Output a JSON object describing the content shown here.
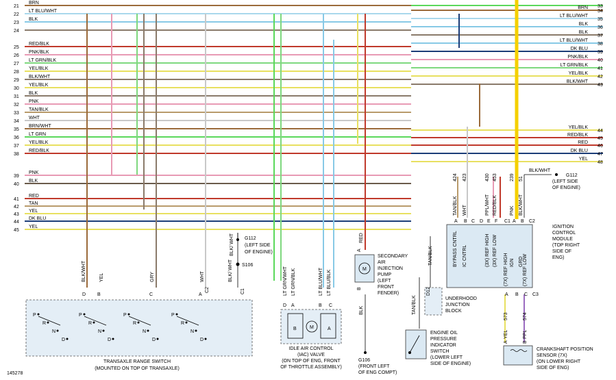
{
  "diagram_id": "145278",
  "left_wires": [
    {
      "num": "21",
      "label": "BRN",
      "color": "#9b6a3a"
    },
    {
      "num": "22",
      "label": "LT BLU/WHT",
      "color": "#a9d8ec"
    },
    {
      "num": "23",
      "label": "BLK",
      "color": "#87c9e6"
    },
    {
      "num": "24",
      "label": "",
      "color": "#8a7a6a"
    },
    {
      "num": "25",
      "label": "RED/BLK",
      "color": "#c0392b"
    },
    {
      "num": "26",
      "label": "PNK/BLK",
      "color": "#e89ab4"
    },
    {
      "num": "27",
      "label": "LT GRN/BLK",
      "color": "#7ed87e"
    },
    {
      "num": "28",
      "label": "YEL/BLK",
      "color": "#e8e060"
    },
    {
      "num": "29",
      "label": "BLK/WHT",
      "color": "#8a7a6a"
    },
    {
      "num": "30",
      "label": "YEL/BLK",
      "color": "#e8e060"
    },
    {
      "num": "31",
      "label": "BLK",
      "color": "#8a7a6a"
    },
    {
      "num": "32",
      "label": "PNK",
      "color": "#e89ab4"
    },
    {
      "num": "33",
      "label": "TAN/BLK",
      "color": "#b89a6a"
    },
    {
      "num": "34",
      "label": "WHT",
      "color": "#c8c8c8"
    },
    {
      "num": "35",
      "label": "BRN/WHT",
      "color": "#9b6a3a"
    },
    {
      "num": "36",
      "label": "LT GRN",
      "color": "#5ad85a"
    },
    {
      "num": "37",
      "label": "YEL/BLK",
      "color": "#e8e060"
    },
    {
      "num": "38",
      "label": "RED/BLK",
      "color": "#c0392b"
    },
    {
      "num": "39",
      "label": "PNK",
      "color": "#e89ab4"
    },
    {
      "num": "40",
      "label": "BLK",
      "color": "#6a5a4a"
    },
    {
      "num": "41",
      "label": "RED",
      "color": "#c0392b"
    },
    {
      "num": "42",
      "label": "TAN",
      "color": "#b89a6a"
    },
    {
      "num": "43",
      "label": "YEL",
      "color": "#e8e060"
    },
    {
      "num": "44",
      "label": "DK BLU",
      "color": "#1c3d78"
    },
    {
      "num": "45",
      "label": "YEL",
      "color": "#e8e060"
    }
  ],
  "right_wires": [
    {
      "num": "33",
      "label": "",
      "color": "#5ad85a"
    },
    {
      "num": "34",
      "label": "BRN",
      "color": "#9b6a3a"
    },
    {
      "num": "35",
      "label": "LT BLU/WHT",
      "color": "#a9d8ec"
    },
    {
      "num": "36",
      "label": "BLK",
      "color": "#87c9e6"
    },
    {
      "num": "37",
      "label": "BLK",
      "color": "#8a7a6a"
    },
    {
      "num": "38",
      "label": "LT BLU/WHT",
      "color": "#87c9e6"
    },
    {
      "num": "39",
      "label": "DK BLU",
      "color": "#1c3d78"
    },
    {
      "num": "40",
      "label": "PNK/BLK",
      "color": "#e89ab4"
    },
    {
      "num": "41",
      "label": "LT GRN/BLK",
      "color": "#7ed87e"
    },
    {
      "num": "42",
      "label": "YEL/BLK",
      "color": "#e8e060"
    },
    {
      "num": "43",
      "label": "BLK/WHT",
      "color": "#8a7a6a"
    },
    {
      "num": "44",
      "label": "YEL/BLK",
      "color": "#e8e060"
    },
    {
      "num": "45",
      "label": "RED/BLK",
      "color": "#c0392b"
    },
    {
      "num": "46",
      "label": "RED",
      "color": "#c0392b"
    },
    {
      "num": "47",
      "label": "DK BLU",
      "color": "#1c3d78"
    },
    {
      "num": "48",
      "label": "YEL",
      "color": "#e8e060"
    }
  ],
  "components": {
    "trs": {
      "title": "TRANSAXLE RANGE SWITCH",
      "subtitle": "(MOUNTED ON TOP OF TRANSAXLE)",
      "pins": [
        "D",
        "B",
        "C",
        "A",
        "C2",
        "C1"
      ],
      "wires": [
        "BLK/WHT",
        "YEL",
        "GRY",
        "WHT",
        "BLK/ WHT"
      ],
      "positions": [
        "P",
        "R",
        "N",
        "D",
        "P",
        "R",
        "N",
        "D",
        "P",
        "R",
        "N",
        "D",
        "P",
        "R",
        "N",
        "D"
      ]
    },
    "g112a": {
      "name": "G112",
      "note1": "(LEFT SIDE",
      "note2": "OF ENGINE)",
      "wire": "BLK/ WHT",
      "splice": "S106"
    },
    "iac": {
      "l1": "IDLE AIR CONTROL",
      "l2": "(IAC) VALVE",
      "l3": "(ON TOP OF ENG, FRONT",
      "l4": "OF THROTTLE ASSEMBLY)",
      "wires": [
        "LT GRN/WHT",
        "LT GRN/BLK",
        "LT BLU/WHT",
        "LT BLU/BLK"
      ],
      "pins": [
        "D",
        "A",
        "B",
        "C"
      ],
      "coil_b": "B",
      "coil_a": "A",
      "motor": "M"
    },
    "sair": {
      "l1": "SECONDARY",
      "l2": "AIR",
      "l3": "INJECTION",
      "l4": "PUMP",
      "l5": "(LEFT",
      "l6": "FRONT",
      "l7": "FENDER)",
      "wire_top": "RED",
      "wire_bot": "BLK",
      "pin_a": "A",
      "pin_b": "B",
      "motor": "M"
    },
    "g106": {
      "name": "G106",
      "note1": "(FRONT LEFT",
      "note2": "OF ENG COMPT)"
    },
    "ujb": {
      "l1": "UNDERHOOD",
      "l2": "JUNCTION",
      "l3": "BLOCK",
      "conn": "D12",
      "wire": "TAN/BLK"
    },
    "oil": {
      "l1": "ENGINE OIL",
      "l2": "PRESSURE",
      "l3": "INDICATOR",
      "l4": "SWITCH",
      "l5": "(LOWER LEFT",
      "l6": "SIDE OF ENGINE)",
      "wire": "TAN/BLK"
    },
    "icm": {
      "l1": "IGNITION",
      "l2": "CONTROL",
      "l3": "MODULE",
      "l4": "(TOP RIGHT",
      "l5": "SIDE OF",
      "l6": "ENG)",
      "circuits": [
        "424",
        "423",
        "430",
        "453",
        "239",
        "51"
      ],
      "wires": [
        "TAN/BLK",
        "WHT",
        "PPL/WHT",
        "RED/BLK",
        "PNK",
        "BLK/WHT"
      ],
      "pins": [
        "A",
        "B",
        "C",
        "D",
        "E",
        "F",
        "C1",
        "A",
        "B",
        "C2"
      ],
      "inputs": [
        "BYPASS CNTRL",
        "IC CNTRL",
        "(3X) REF HIGH",
        "(3X) REF LOW",
        "IGN",
        "GRD"
      ],
      "outputs": [
        "(7X) REF HIGH",
        "(7X) REF LOW"
      ],
      "bottom_pins": [
        "A",
        "B",
        "C",
        "C3"
      ],
      "bottom_circuits": [
        "573",
        "574"
      ],
      "bottom_wires": [
        "YEL",
        "PPL"
      ]
    },
    "g112b": {
      "name": "G112",
      "note1": "(LEFT SIDE",
      "note2": "OF ENGINE)",
      "wire": "BLK/WHT"
    },
    "ckp": {
      "l1": "CRANKSHAFT POSITION",
      "l2": "SENSOR (7X)",
      "l3": "(ON LOWER RIGHT",
      "l4": "SIDE OF ENG)",
      "pins": [
        "A",
        "B"
      ]
    }
  }
}
